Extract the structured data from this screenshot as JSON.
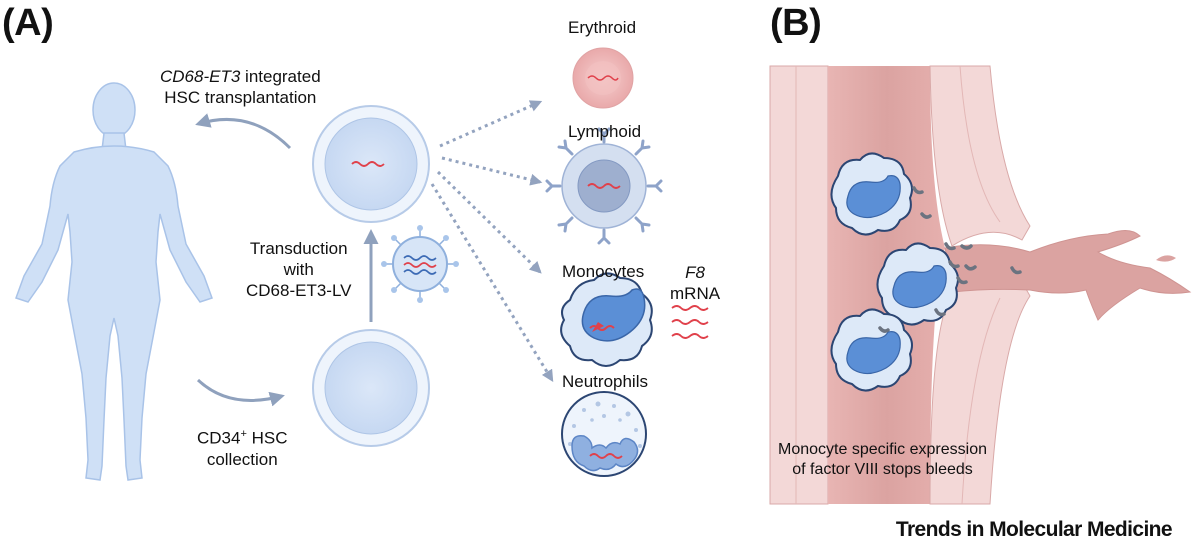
{
  "panel_a": {
    "letter": "(A)",
    "transplant_gene": "CD68-ET3",
    "transplant_word": " integrated",
    "transplant_line2": "HSC transplantation",
    "transduction_line1": "Transduction",
    "transduction_line2": "with",
    "transduction_line3": "CD68-ET3-LV",
    "collection_cd34": "CD34",
    "collection_sup": "+",
    "collection_hsc": " HSC",
    "collection_line2": "collection",
    "cells": {
      "erythroid": "Erythroid",
      "lymphoid": "Lymphoid",
      "monocytes": "Monocytes",
      "neutrophils": "Neutrophils"
    },
    "f8_gene": "F8",
    "f8_word": "mRNA"
  },
  "panel_b": {
    "letter": "(B)",
    "caption_line1": "Monocyte specific expression",
    "caption_line2": "of factor VIII stops bleeds"
  },
  "journal": "Trends in Molecular Medicine",
  "colors": {
    "body": "#cfe0f6",
    "cell_fill": "#dde9f8",
    "cell_stroke": "#a9c2e6",
    "arrow": "#8fa1bd",
    "mrna": "#e0414b",
    "vessel_wall": "#f1cfcf",
    "vessel_lumen": "#d79a9a",
    "nucleus": "#5b8fd6"
  }
}
